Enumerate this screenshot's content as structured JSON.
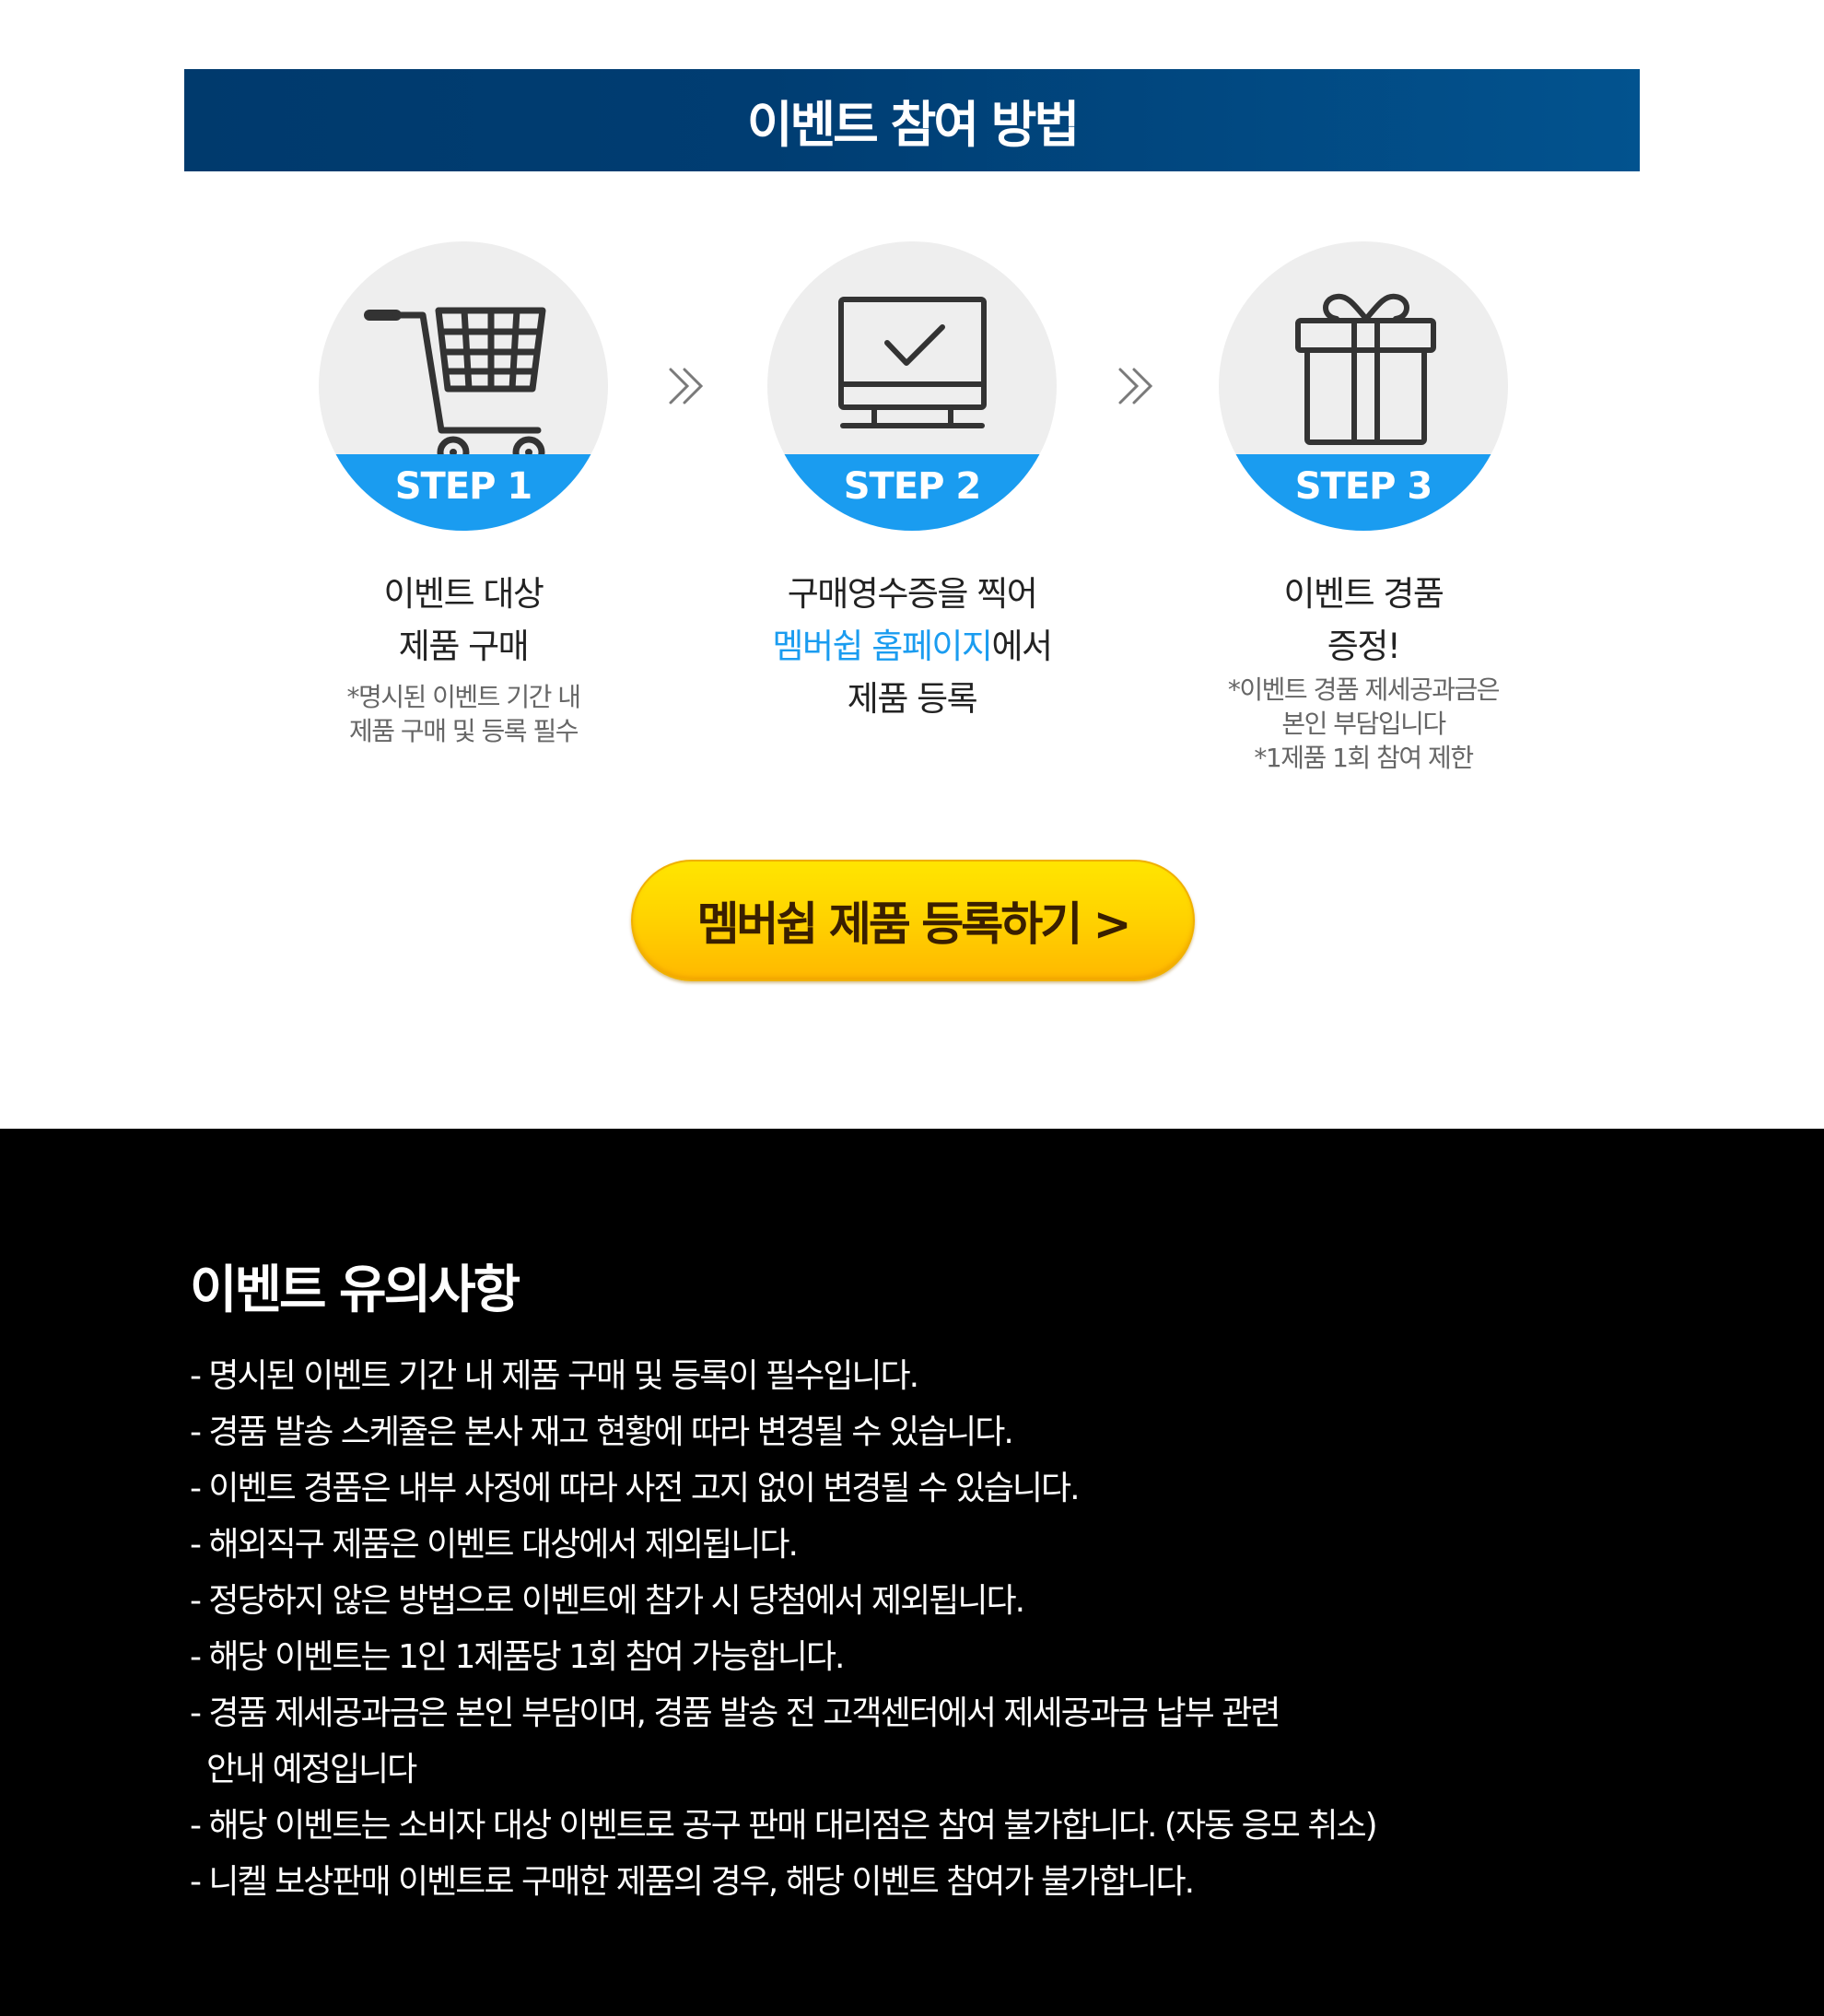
{
  "header": {
    "title": "이벤트 참여 방법",
    "gradient_start": "#003a6d",
    "gradient_end": "#02538f"
  },
  "steps": [
    {
      "badge": "STEP 1",
      "icon": "shopping-cart-icon",
      "title_line1": "이벤트 대상",
      "title_line2": "제품 구매",
      "notes": [
        "*명시된 이벤트 기간 내",
        "제품 구매 및 등록 필수"
      ]
    },
    {
      "badge": "STEP 2",
      "icon": "monitor-check-icon",
      "title_line1": "구매영수증을 찍어",
      "title_line2_highlight": "멤버쉽 홈페이지",
      "title_line2_rest": "에서",
      "title_line3": "제품 등록",
      "notes": []
    },
    {
      "badge": "STEP 3",
      "icon": "gift-icon",
      "title_line1": "이벤트 경품",
      "title_line2": "증정!",
      "notes": [
        "*이벤트 경품 제세공과금은",
        "본인 부담입니다",
        "*1제품 1회 참여 제한"
      ]
    }
  ],
  "arrows": [
    "double-chevron-right-icon",
    "double-chevron-right-icon"
  ],
  "cta": {
    "label": "멤버쉽 제품 등록하기 >"
  },
  "colors": {
    "step_blue": "#1a9cf0",
    "circle_gray": "#eeeeee",
    "cta_yellow": "#ffd400",
    "cta_text": "#3a1f00",
    "notice_bg": "#000000"
  },
  "notice": {
    "title": "이벤트 유의사항",
    "items": [
      "- 명시된 이벤트 기간 내 제품 구매 및 등록이 필수입니다.",
      "- 경품 발송 스케쥴은 본사 재고 현황에 따라 변경될 수 있습니다.",
      "- 이벤트 경품은 내부 사정에 따라 사전 고지 없이 변경될 수 있습니다.",
      "- 해외직구 제품은 이벤트 대상에서 제외됩니다.",
      "- 정당하지 않은 방법으로 이벤트에 참가 시 당첨에서 제외됩니다.",
      "- 해당 이벤트는 1인 1제품당 1회 참여 가능합니다.",
      "- 경품 제세공과금은 본인 부담이며, 경품 발송 전 고객센터에서 제세공과금 납부 관련",
      "안내 예정입니다",
      "- 해당 이벤트는 소비자 대상 이벤트로 공구 판매 대리점은 참여 불가합니다. (자동 응모 취소)",
      "- 니켈 보상판매 이벤트로 구매한 제품의 경우, 해당 이벤트 참여가 불가합니다."
    ]
  }
}
